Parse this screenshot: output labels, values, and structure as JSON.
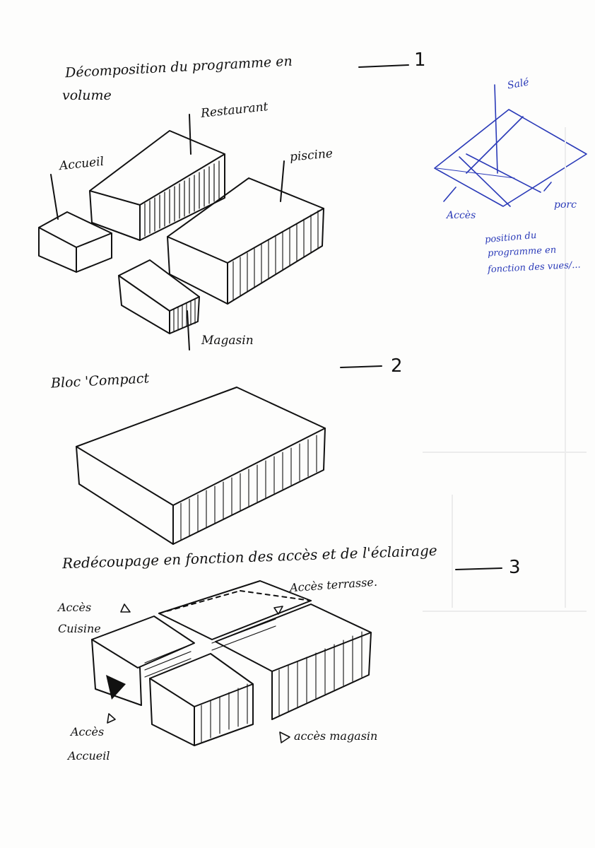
{
  "colors": {
    "paper": "#fdfdfc",
    "ink": "#111111",
    "blue_ink": "#2a3ab8",
    "ghost": "#ececec"
  },
  "section1": {
    "number": "1",
    "title_line1": "Décomposition du programme en",
    "title_line2": "volume",
    "labels": {
      "accueil": "Accueil",
      "restaurant": "Restaurant",
      "piscine": "piscine",
      "magasin": "Magasin"
    }
  },
  "site_plan": {
    "sale": "Salé",
    "acces": "Accès",
    "porc": "porc",
    "note_line1": "position du",
    "note_line2": "programme en",
    "note_line3": "fonction des vues/..."
  },
  "section2": {
    "number": "2",
    "title": "Bloc 'Compact"
  },
  "section3": {
    "number": "3",
    "title": "Redécoupage en fonction des accès et de l'éclairage",
    "labels": {
      "acces_terrasse": "Accès terrasse.",
      "acces_cuisine_1": "Accès",
      "acces_cuisine_2": "Cuisine",
      "acces_accueil_1": "Accès",
      "acces_accueil_2": "Accueil",
      "acces_magasin": "accès magasin"
    }
  }
}
